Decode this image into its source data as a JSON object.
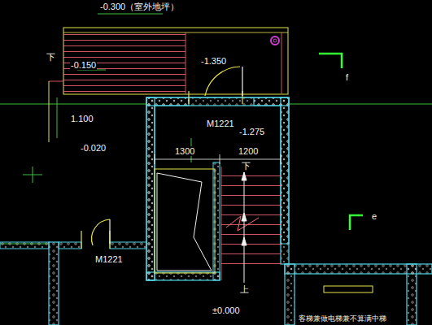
{
  "diagram": {
    "labels": [
      "-0.300（室外地坪）",
      "下",
      "-0.150",
      "-1.350",
      "1.100",
      "M1221",
      "-1.275",
      "-0.020",
      "1300",
      "1200",
      "下",
      "M1221",
      "上",
      "±0.000",
      "f",
      "e",
      "客梯兼做电梯兼不算满中梯"
    ]
  }
}
